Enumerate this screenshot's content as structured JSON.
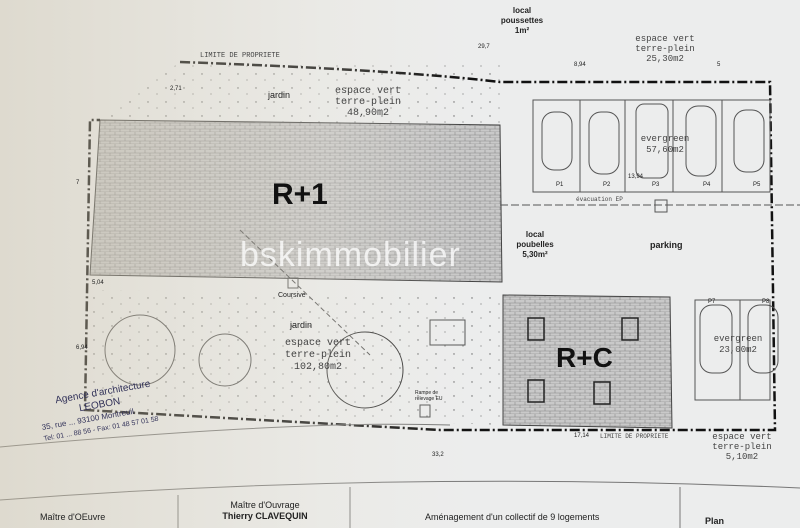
{
  "plan": {
    "property_limit": "LIMITE DE PROPRIETE",
    "garden_top": {
      "label": "jardin",
      "type": "espace vert",
      "subtype": "terre-plein",
      "area": "48,90m2"
    },
    "building_r1": "R+1",
    "coursive": "Coursive",
    "garden_bottom": {
      "label": "jardin",
      "type": "espace vert",
      "subtype": "terre-plein",
      "area": "102,80m2"
    },
    "building_rc": "R+C",
    "local_poussettes": {
      "label": "local",
      "sub": "poussettes",
      "area": "1m²"
    },
    "green_top_right": {
      "type": "espace vert",
      "subtype": "terre-plein",
      "area": "25,30m2"
    },
    "parking_top": {
      "label": "evergreen",
      "area": "57,60m2",
      "spots": [
        "P1",
        "P2",
        "P3",
        "P4",
        "P5"
      ]
    },
    "evacuation": "évacuation EP",
    "local_poubelles": {
      "label": "local",
      "sub": "poubelles",
      "area": "5,30m²"
    },
    "parking_label": "parking",
    "parking_bottom": {
      "label": "evergreen",
      "area": "23,00m2",
      "spots": [
        "P7",
        "P8"
      ]
    },
    "green_bottom_right": {
      "type": "espace vert",
      "subtype": "terre-plein",
      "area": "5,10m2"
    },
    "regard": "Rampe de relevage EU",
    "dimensions": {
      "d1": "2,71",
      "d2": "7",
      "d3": "6,94",
      "d4": "5,04",
      "d5": "8,94",
      "d6": "5",
      "d7": "13,94",
      "d8": "17,14",
      "d9": "33,2",
      "d10": "29,7"
    },
    "watermark": "bskimmobilier"
  },
  "stamp": {
    "line1": "Agence d'architecture",
    "line2": "LEOBON",
    "line3": "35, rue ... 93100 Montreuil",
    "line4": "Tel: 01 ... 88 56 - Fax: 01 48 57 01 58"
  },
  "title_block": {
    "maitre_oeuvre": "Maître d'OEuvre",
    "maitre_ouvrage": "Maître d'Ouvrage",
    "client": "Thierry CLAVEQUIN",
    "project": "Aménagement d'un collectif de 9 logements",
    "plan": "Plan"
  }
}
